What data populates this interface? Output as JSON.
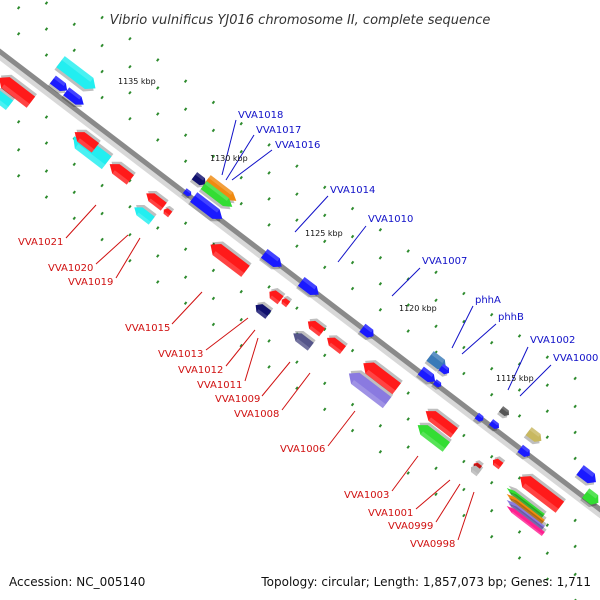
{
  "title": "Vibrio vulnificus YJ016 chromosome II, complete sequence",
  "footer": {
    "accession": "Accession: NC_005140",
    "topology": "Topology: circular; Length: 1,857,073 bp; Genes: 1,711"
  },
  "colors": {
    "backbone": "#8a8a8a",
    "tick": "#2e8b2e",
    "label_forward": "#1010c8",
    "label_reverse": "#d01010",
    "red": "#ff1a1a",
    "blue": "#1a1aff",
    "cyan": "#22eef0",
    "navy": "#10106e",
    "green": "#33dd33",
    "orange": "#f08a10",
    "purple": "#8a7ae0",
    "slate": "#55558a",
    "steel": "#3a7ab8",
    "khaki": "#c8b860",
    "gray": "#b8b8b8",
    "darkgray": "#555555"
  },
  "scale_marks": [
    "1135 kbp",
    "1130 kbp",
    "1125 kbp",
    "1120 kbp",
    "1115 kbp"
  ],
  "gene_labels_forward": [
    "VVA1018",
    "VVA1017",
    "VVA1016",
    "VVA1014",
    "VVA1010",
    "VVA1007",
    "phhA",
    "phhB",
    "VVA1002",
    "VVA1000"
  ],
  "gene_labels_reverse": [
    "VVA1021",
    "VVA1020",
    "VVA1019",
    "VVA1015",
    "VVA1013",
    "VVA1012",
    "VVA1011",
    "VVA1009",
    "VVA1008",
    "VVA1006",
    "VVA1003",
    "VVA1001",
    "VVA0999",
    "VVA0998"
  ]
}
